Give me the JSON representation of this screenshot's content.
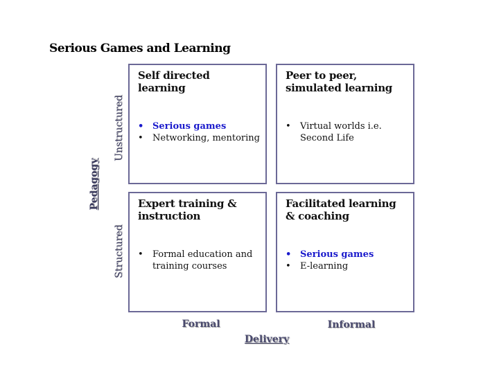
{
  "title": "Serious Games and Learning",
  "axes": {
    "y_title": "Pedagogy",
    "y_top": "Unstructured",
    "y_bottom": "Structured",
    "x_title": "Delivery",
    "x_left": "Formal",
    "x_right": "Informal"
  },
  "quadrants": [
    {
      "heading": "Self directed learning",
      "items": [
        "Serious games",
        "Networking, mentoring"
      ]
    },
    {
      "heading": "Peer to peer, simulated learning",
      "items": [
        "Virtual worlds i.e. Second Life"
      ]
    },
    {
      "heading": "Expert training & instruction",
      "items": [
        "Formal education and training courses"
      ]
    },
    {
      "heading": "Facilitated learning & coaching",
      "items": [
        "Serious games",
        "E-learning"
      ]
    }
  ],
  "colors": {
    "border": "#6b6896",
    "highlight": "#1a1acc",
    "axis": "#4a4a6e"
  }
}
